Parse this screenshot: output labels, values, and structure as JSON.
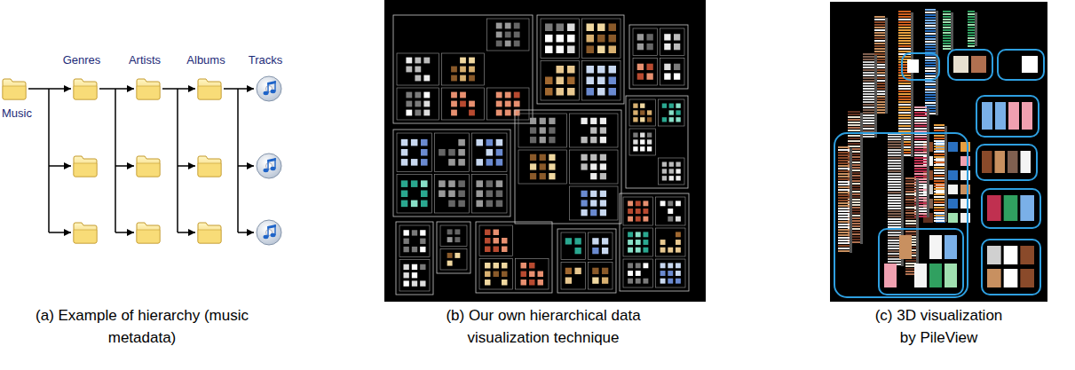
{
  "diagram": {
    "nodes": [
      {
        "text": [
          "Music"
        ]
      },
      {
        "text": [
          "Genres"
        ]
      },
      {
        "text": [
          "Artists"
        ]
      },
      {
        "text": [
          "Albums"
        ]
      },
      {
        "text": [
          "Tracks"
        ]
      }
    ],
    "edges": [
      {
        "from": 0,
        "to": 1,
        "arrow": "to"
      },
      {
        "from": 1,
        "to": 2,
        "arrow": "to"
      },
      {
        "from": 2,
        "to": 3,
        "arrow": "to"
      },
      {
        "from": 3,
        "to": 4,
        "arrow": "to"
      }
    ],
    "labels": [
      "(a) Example of hierarchy (music metadata)",
      "(b) Our own hierarchical data visualization technique",
      "(c) 3D visualization by PileView"
    ]
  }
}
